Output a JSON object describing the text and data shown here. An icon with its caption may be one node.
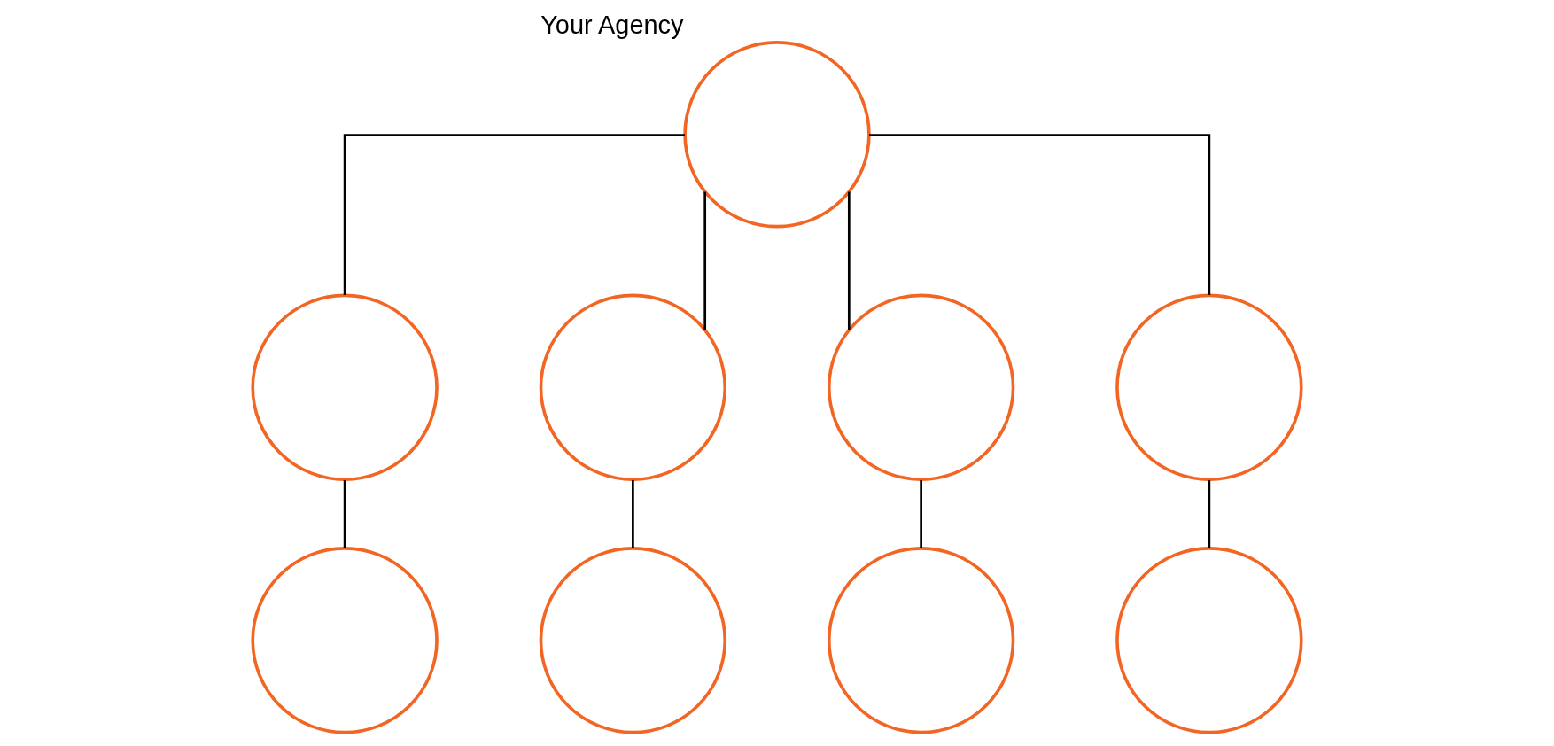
{
  "diagram": {
    "nodes": [
      {
        "text": [],
        "shape": "circle",
        "beside": [
          "Your Agency"
        ]
      },
      {
        "text": [],
        "shape": "circle"
      },
      {
        "text": [],
        "shape": "circle"
      },
      {
        "text": [],
        "shape": "circle"
      },
      {
        "text": [],
        "shape": "circle"
      },
      {
        "text": [],
        "shape": "circle"
      },
      {
        "text": [],
        "shape": "circle"
      },
      {
        "text": [],
        "shape": "circle"
      },
      {
        "text": [],
        "shape": "circle"
      }
    ],
    "edges": [
      {
        "from": 0,
        "to": 1,
        "arrow": "none"
      },
      {
        "from": 0,
        "to": 2,
        "arrow": "none"
      },
      {
        "from": 0,
        "to": 3,
        "arrow": "none"
      },
      {
        "from": 0,
        "to": 4,
        "arrow": "none"
      },
      {
        "from": 1,
        "to": 5,
        "arrow": "none"
      },
      {
        "from": 2,
        "to": 6,
        "arrow": "none"
      },
      {
        "from": 3,
        "to": 7,
        "arrow": "none"
      },
      {
        "from": 4,
        "to": 8,
        "arrow": "none"
      }
    ]
  }
}
